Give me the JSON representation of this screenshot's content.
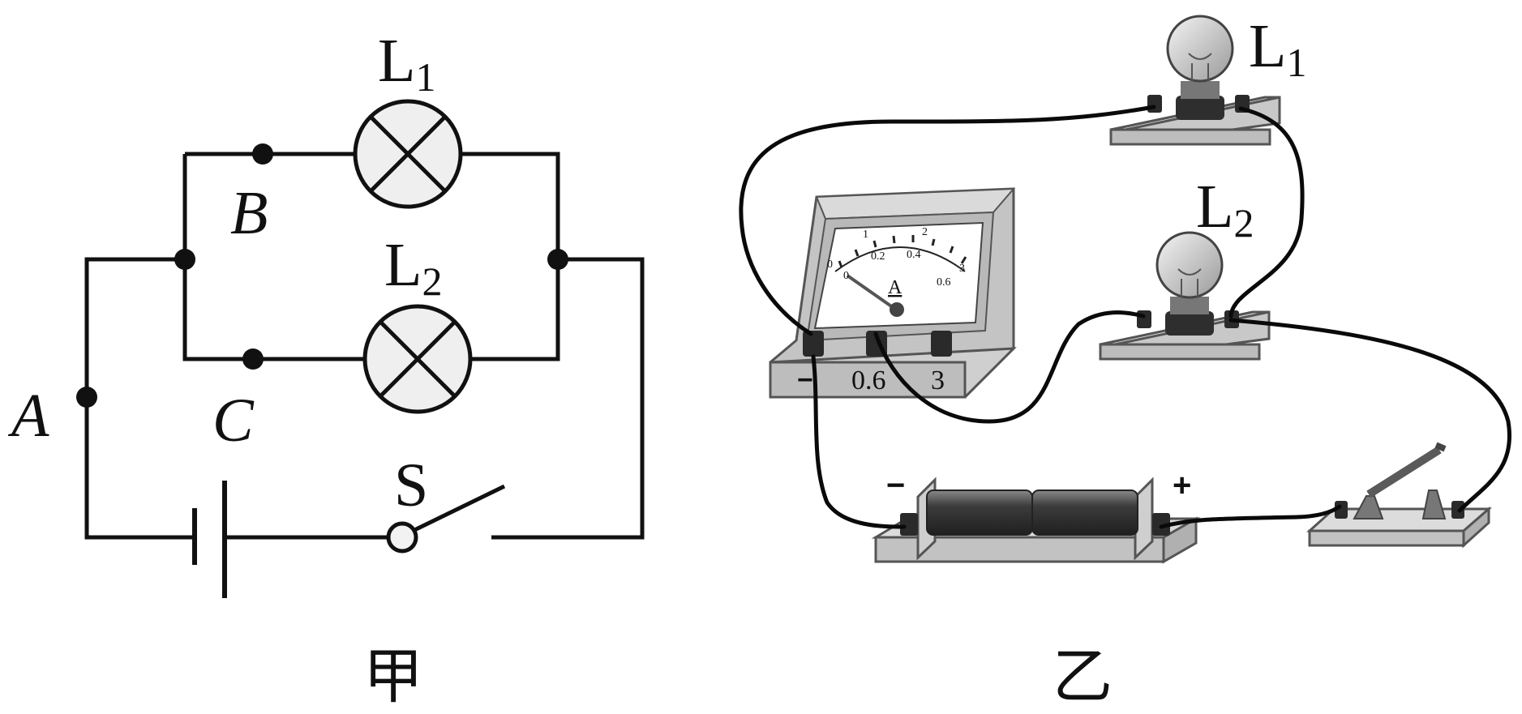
{
  "jia": {
    "caption": "甲",
    "lamp1_label": "L",
    "lamp1_sub": "1",
    "lamp2_label": "L",
    "lamp2_sub": "2",
    "point_a": "A",
    "point_b": "B",
    "point_c": "C",
    "switch_label": "S"
  },
  "yi": {
    "caption": "乙",
    "lamp1_label": "L",
    "lamp1_sub": "1",
    "lamp2_label": "L",
    "lamp2_sub": "2",
    "ammeter": {
      "unit_symbol": "A",
      "terminal_neg": "−",
      "terminal_mid": "0.6",
      "terminal_high": "3",
      "scale_top": [
        "0",
        "1",
        "2",
        "3"
      ],
      "scale_bottom": [
        "0",
        "0.2",
        "0.4",
        "0.6"
      ]
    },
    "battery": {
      "neg_sign": "−",
      "pos_sign": "+"
    }
  }
}
